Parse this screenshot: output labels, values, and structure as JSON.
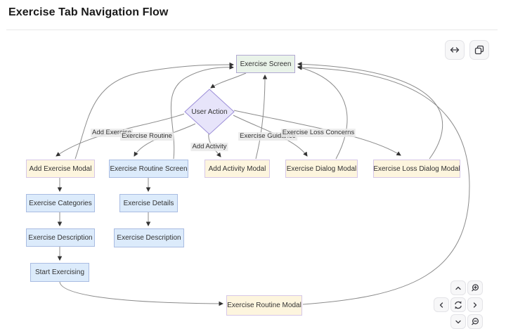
{
  "header": {
    "title": "Exercise Tab Navigation Flow"
  },
  "diagram": {
    "nodes": {
      "exercise_screen": "Exercise Screen",
      "user_action": "User Action",
      "add_exercise_modal": "Add Exercise Modal",
      "exercise_routine_screen": "Exercise Routine Screen",
      "add_activity_modal": "Add Activity Modal",
      "exercise_dialog_modal": "Exercise Dialog Modal",
      "exercise_loss_dialog_modal": "Exercise Loss Dialog Modal",
      "exercise_categories": "Exercise Categories",
      "exercise_details": "Exercise Details",
      "exercise_description_left": "Exercise Description",
      "exercise_description_right": "Exercise Description",
      "start_exercising": "Start Exercising",
      "exercise_routine_modal": "Exercise Routine Modal"
    },
    "edge_labels": {
      "add_exercise": "Add Exercise",
      "exercise_routine": "Exercise Routine",
      "add_activity": "Add Activity",
      "exercise_guidance": "Exercise Guidance",
      "exercise_loss_concerns": "Exercise Loss Concerns"
    },
    "edges": [
      {
        "from": "Exercise Screen",
        "to": "User Action",
        "label": ""
      },
      {
        "from": "User Action",
        "to": "Add Exercise Modal",
        "label": "Add Exercise"
      },
      {
        "from": "User Action",
        "to": "Exercise Routine Screen",
        "label": "Exercise Routine"
      },
      {
        "from": "User Action",
        "to": "Add Activity Modal",
        "label": "Add Activity"
      },
      {
        "from": "User Action",
        "to": "Exercise Dialog Modal",
        "label": "Exercise Guidance"
      },
      {
        "from": "User Action",
        "to": "Exercise Loss Dialog Modal",
        "label": "Exercise Loss Concerns"
      },
      {
        "from": "Add Exercise Modal",
        "to": "Exercise Screen",
        "label": ""
      },
      {
        "from": "Exercise Routine Screen",
        "to": "Exercise Screen",
        "label": ""
      },
      {
        "from": "Add Activity Modal",
        "to": "Exercise Screen",
        "label": ""
      },
      {
        "from": "Exercise Dialog Modal",
        "to": "Exercise Screen",
        "label": ""
      },
      {
        "from": "Exercise Loss Dialog Modal",
        "to": "Exercise Screen",
        "label": ""
      },
      {
        "from": "Exercise Routine Modal",
        "to": "Exercise Screen",
        "label": ""
      },
      {
        "from": "Add Exercise Modal",
        "to": "Exercise Categories",
        "label": ""
      },
      {
        "from": "Exercise Categories",
        "to": "Exercise Description",
        "label": ""
      },
      {
        "from": "Exercise Description",
        "to": "Start Exercising",
        "label": ""
      },
      {
        "from": "Start Exercising",
        "to": "Exercise Routine Modal",
        "label": ""
      },
      {
        "from": "Exercise Routine Screen",
        "to": "Exercise Details",
        "label": ""
      },
      {
        "from": "Exercise Details",
        "to": "Exercise Description",
        "label": ""
      }
    ],
    "node_colors": {
      "screen_green_fill": "#e9f3e9",
      "screen_blue_fill": "#dcebfb",
      "modal_cream_fill": "#fdf5de",
      "decision_lavender_fill": "#e7e4fa",
      "border_purple": "#9c8ed8",
      "edge_gray": "#8b8b8b"
    }
  },
  "toolbar": {
    "buttons": [
      {
        "icon": "fit-width-icon"
      },
      {
        "icon": "copy-icon"
      }
    ]
  },
  "pan_zoom_controls": {
    "buttons": [
      {
        "icon": "chevron-up-icon"
      },
      {
        "icon": "zoom-in-icon"
      },
      {
        "icon": "chevron-left-icon"
      },
      {
        "icon": "reset-view-icon"
      },
      {
        "icon": "chevron-right-icon"
      },
      {
        "icon": "chevron-down-icon"
      },
      {
        "icon": "zoom-out-icon"
      }
    ]
  }
}
